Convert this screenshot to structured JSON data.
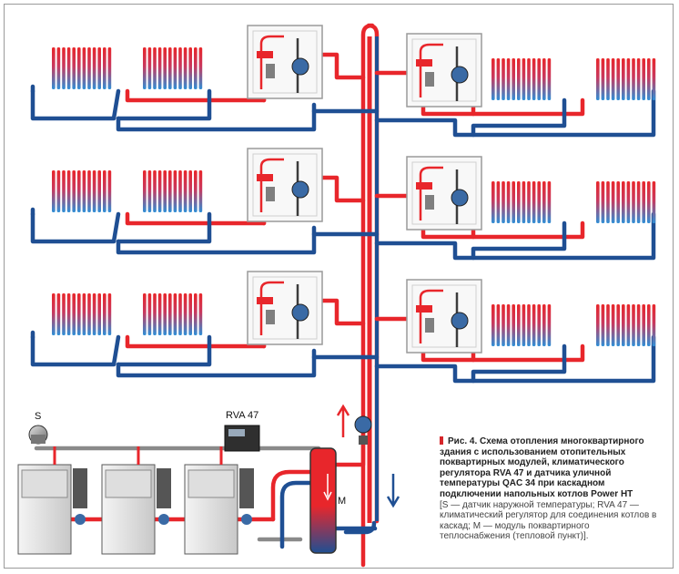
{
  "labels": {
    "sensor": "S",
    "controller": "RVA 47",
    "module": "M"
  },
  "caption": {
    "title": "Рис. 4. Схема отопления многоквартирного здания с использованием отопительных поквартирных модулей, климатического регулятора RVA 47 и датчика уличной температуры QAC 34 при каскадном подключении напольных котлов Power HT",
    "legend": "[S — датчик наружной температуры; RVA 47 — климатический регулятор для соединения котлов в каскад; M — модуль поквартирного теплоснабжения (тепловой пункт)]."
  },
  "colors": {
    "supply": "#e8262b",
    "return": "#1f4f93",
    "accent": "#d6262a",
    "frame": "#9a9a9a"
  }
}
